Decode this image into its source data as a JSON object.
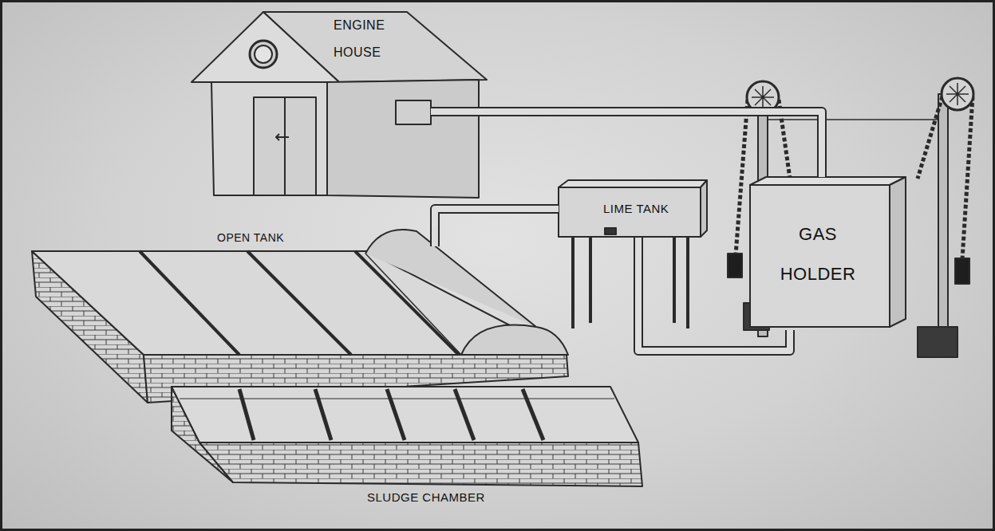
{
  "diagram": {
    "nodes": [
      {
        "text": [
          "ENGINE HOUSE"
        ]
      },
      {
        "text": [
          "OPEN TANK"
        ]
      },
      {
        "text": [
          "LIME TANK"
        ]
      },
      {
        "text": [
          "GAS HOLDER"
        ]
      },
      {
        "text": [
          "SLUDGE CHAMBER"
        ]
      }
    ],
    "edges": [
      {
        "from": 0,
        "to": 3,
        "arrow": "none"
      },
      {
        "from": 1,
        "to": 2,
        "arrow": "none"
      },
      {
        "from": 2,
        "to": 3,
        "arrow": "none"
      }
    ]
  }
}
